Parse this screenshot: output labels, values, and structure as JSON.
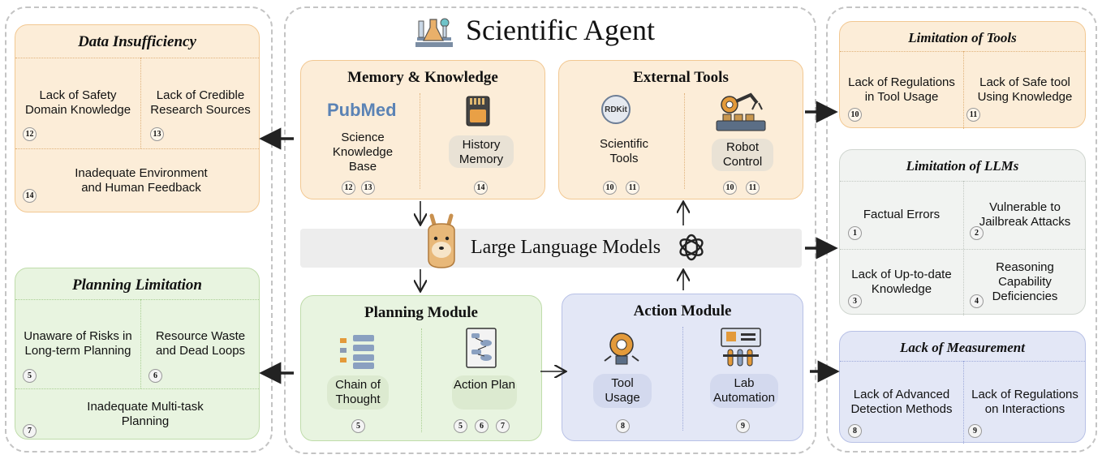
{
  "center": {
    "title": "Scientific Agent",
    "llm_label": "Large Language Models",
    "memory": {
      "title": "Memory & Knowledge",
      "pubmed_logo": "PubMed",
      "items": [
        {
          "label": "Science Knowledge Base",
          "badges": [
            "12",
            "13"
          ]
        },
        {
          "label": "History Memory",
          "badges": [
            "14"
          ]
        }
      ]
    },
    "tools": {
      "title": "External Tools",
      "rdkit_logo": "RDKit",
      "items": [
        {
          "label": "Scientific Tools",
          "badges": [
            "10",
            "11"
          ]
        },
        {
          "label": "Robot Control",
          "badges": [
            "10",
            "11"
          ]
        }
      ]
    },
    "planning": {
      "title": "Planning Module",
      "items": [
        {
          "label": "Chain of Thought",
          "badges": [
            "5"
          ]
        },
        {
          "label": "Action Plan",
          "badges": [
            "5",
            "6",
            "7"
          ]
        }
      ]
    },
    "action": {
      "title": "Action Module",
      "items": [
        {
          "label": "Tool Usage",
          "badges": [
            "8"
          ]
        },
        {
          "label": "Lab Automation",
          "badges": [
            "9"
          ]
        }
      ]
    }
  },
  "left": {
    "data_insufficiency": {
      "title": "Data Insufficiency",
      "cells": [
        {
          "label": "Lack of Safety Domain Knowledge",
          "badge": "12"
        },
        {
          "label": "Lack of Credible Research Sources",
          "badge": "13"
        },
        {
          "label": "Inadequate Environment and Human Feedback",
          "badge": "14"
        }
      ]
    },
    "planning_limitation": {
      "title": "Planning Limitation",
      "cells": [
        {
          "label": "Unaware of Risks in Long-term Planning",
          "badge": "5"
        },
        {
          "label": "Resource Waste and Dead Loops",
          "badge": "6"
        },
        {
          "label": "Inadequate Multi-task Planning",
          "badge": "7"
        }
      ]
    }
  },
  "right": {
    "limitation_of_tools": {
      "title": "Limitation of Tools",
      "cells": [
        {
          "label": "Lack of Regulations in Tool Usage",
          "badge": "10"
        },
        {
          "label": "Lack of Safe tool Using Knowledge",
          "badge": "11"
        }
      ]
    },
    "limitation_of_llms": {
      "title": "Limitation of LLMs",
      "cells": [
        {
          "label": "Factual Errors",
          "badge": "1"
        },
        {
          "label": "Vulnerable to Jailbreak Attacks",
          "badge": "2"
        },
        {
          "label": "Lack of Up-to-date Knowledge",
          "badge": "3"
        },
        {
          "label": "Reasoning Capability Deficiencies",
          "badge": "4"
        }
      ]
    },
    "lack_of_measurement": {
      "title": "Lack of Measurement",
      "cells": [
        {
          "label": "Lack of Advanced Detection Methods",
          "badge": "8"
        },
        {
          "label": "Lack of Regulations on Interactions",
          "badge": "9"
        }
      ]
    }
  },
  "colors": {
    "orange_fill": "#fcedd8",
    "green_fill": "#e8f4e0",
    "blue_fill": "#e3e7f6",
    "gray_fill": "#f1f3f1"
  }
}
